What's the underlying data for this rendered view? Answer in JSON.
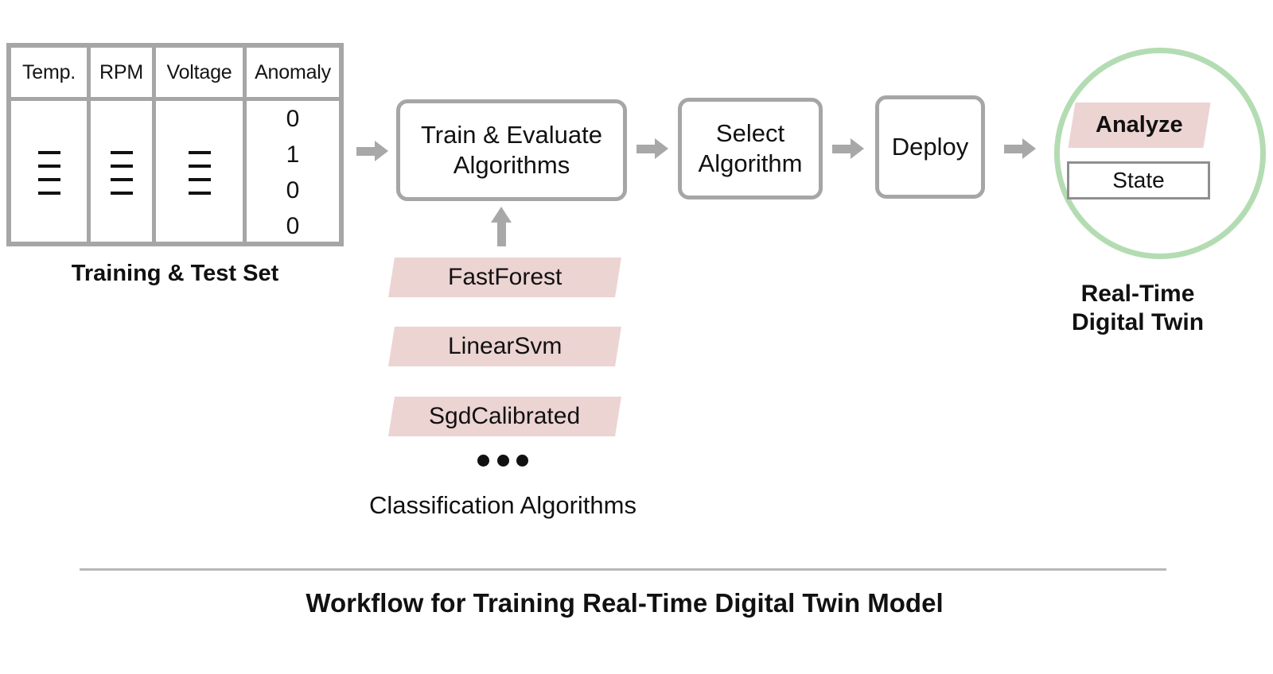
{
  "dataset": {
    "columns": [
      "Temp.",
      "RPM",
      "Voltage",
      "Anomaly"
    ],
    "placeholder_mark": "dash-mark",
    "row_count": 4,
    "anomaly_values": [
      "0",
      "1",
      "0",
      "0"
    ],
    "caption": "Training & Test Set"
  },
  "pipeline": {
    "steps": [
      {
        "id": "train-evaluate",
        "line1": "Train & Evaluate",
        "line2": "Algorithms"
      },
      {
        "id": "select-algorithm",
        "line1": "Select",
        "line2": "Algorithm"
      },
      {
        "id": "deploy",
        "line1": "Deploy",
        "line2": ""
      }
    ],
    "arrow_icon": "arrow-right-icon",
    "feed_arrow_icon": "arrow-up-icon"
  },
  "algorithms": {
    "items": [
      "FastForest",
      "LinearSvm",
      "SgdCalibrated"
    ],
    "more_indicator": "ellipsis-dots-icon",
    "caption": "Classification Algorithms"
  },
  "digital_twin": {
    "analyze_label": "Analyze",
    "state_label": "State",
    "caption_line1": "Real-Time",
    "caption_line2": "Digital Twin"
  },
  "footer": {
    "figure_caption": "Workflow for Training Real-Time Digital Twin Model"
  },
  "colors": {
    "chip_pink": "#ecd4d3",
    "circle_green": "#b3dcb3",
    "border_gray": "#a6a6a6",
    "arrow_gray": "#a8a8a8",
    "text_black": "#111111"
  }
}
